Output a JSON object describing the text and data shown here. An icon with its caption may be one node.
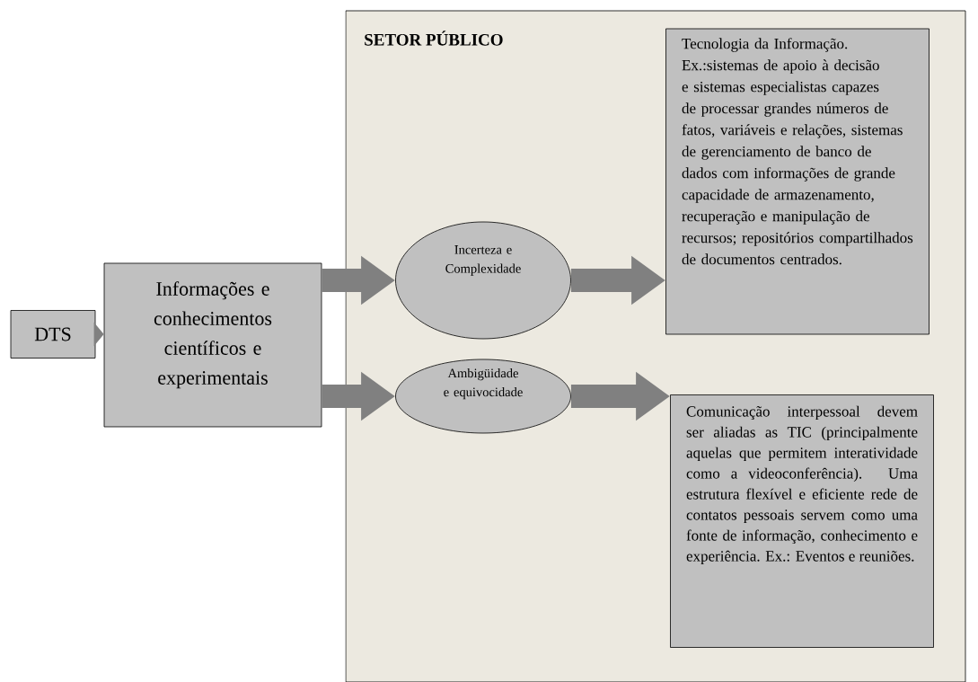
{
  "diagram": {
    "nodes": [
      {
        "text": [
          "SETOR PÚBLICO"
        ]
      },
      {
        "text": [
          "DTS"
        ]
      },
      {
        "text": [
          "Informações e conhecimentos científicos e experimentais"
        ]
      },
      {
        "text": [
          "Incerteza e Complexidade"
        ],
        "in": 0
      },
      {
        "text": [
          "Ambigüidade e equivocidade"
        ],
        "in": 0
      },
      {
        "text": [
          "Tecnologia da Informação. Ex.:sistemas de apoio à decisão e sistemas especialistas capazes de processar grandes números de fatos, variáveis e relações, sistemas de gerenciamento de banco de dados com informações de grande capacidade de armazenamento, recuperação e manipulação de recursos; repositórios compartilhados de documentos centrados."
        ],
        "in": 0
      },
      {
        "text": [
          "Comunicação interpessoal devem ser aliadas as TIC (principalmente aquelas que permitem interatividade como a videoconferência). Uma estrutura flexível e eficiente rede de contatos pessoais servem como uma fonte de informação, conhecimento e experiência. Ex.: Eventos e reuniões."
        ],
        "in": 0
      }
    ],
    "edges": [
      {
        "from": 1,
        "to": 2,
        "arrow": "to"
      },
      {
        "from": 2,
        "to": 3,
        "arrow": "to"
      },
      {
        "from": 2,
        "to": 4,
        "arrow": "to"
      },
      {
        "from": 3,
        "to": 5,
        "arrow": "to"
      },
      {
        "from": 4,
        "to": 6,
        "arrow": "to"
      }
    ]
  }
}
